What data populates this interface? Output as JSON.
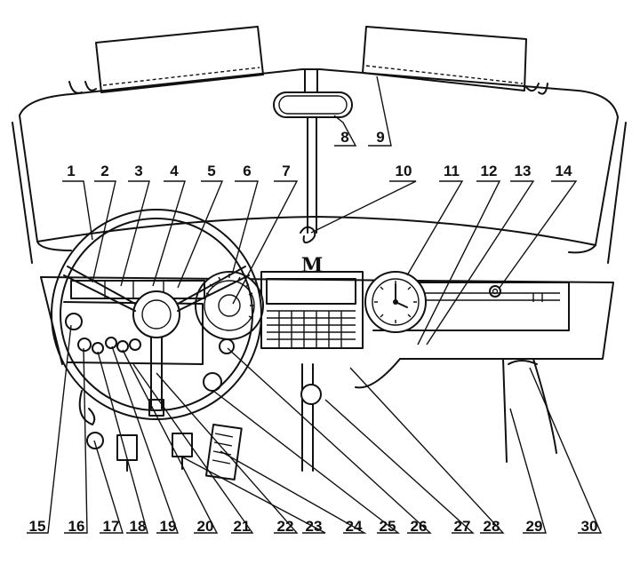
{
  "diagram": {
    "logo_text": "M",
    "top_labels": [
      "1",
      "2",
      "3",
      "4",
      "5",
      "6",
      "7",
      "8",
      "9",
      "10",
      "11",
      "12",
      "13",
      "14"
    ],
    "bottom_labels": [
      "15",
      "16",
      "17",
      "18",
      "19",
      "20",
      "21",
      "22",
      "23",
      "24",
      "25",
      "26",
      "27",
      "28",
      "29",
      "30"
    ]
  }
}
